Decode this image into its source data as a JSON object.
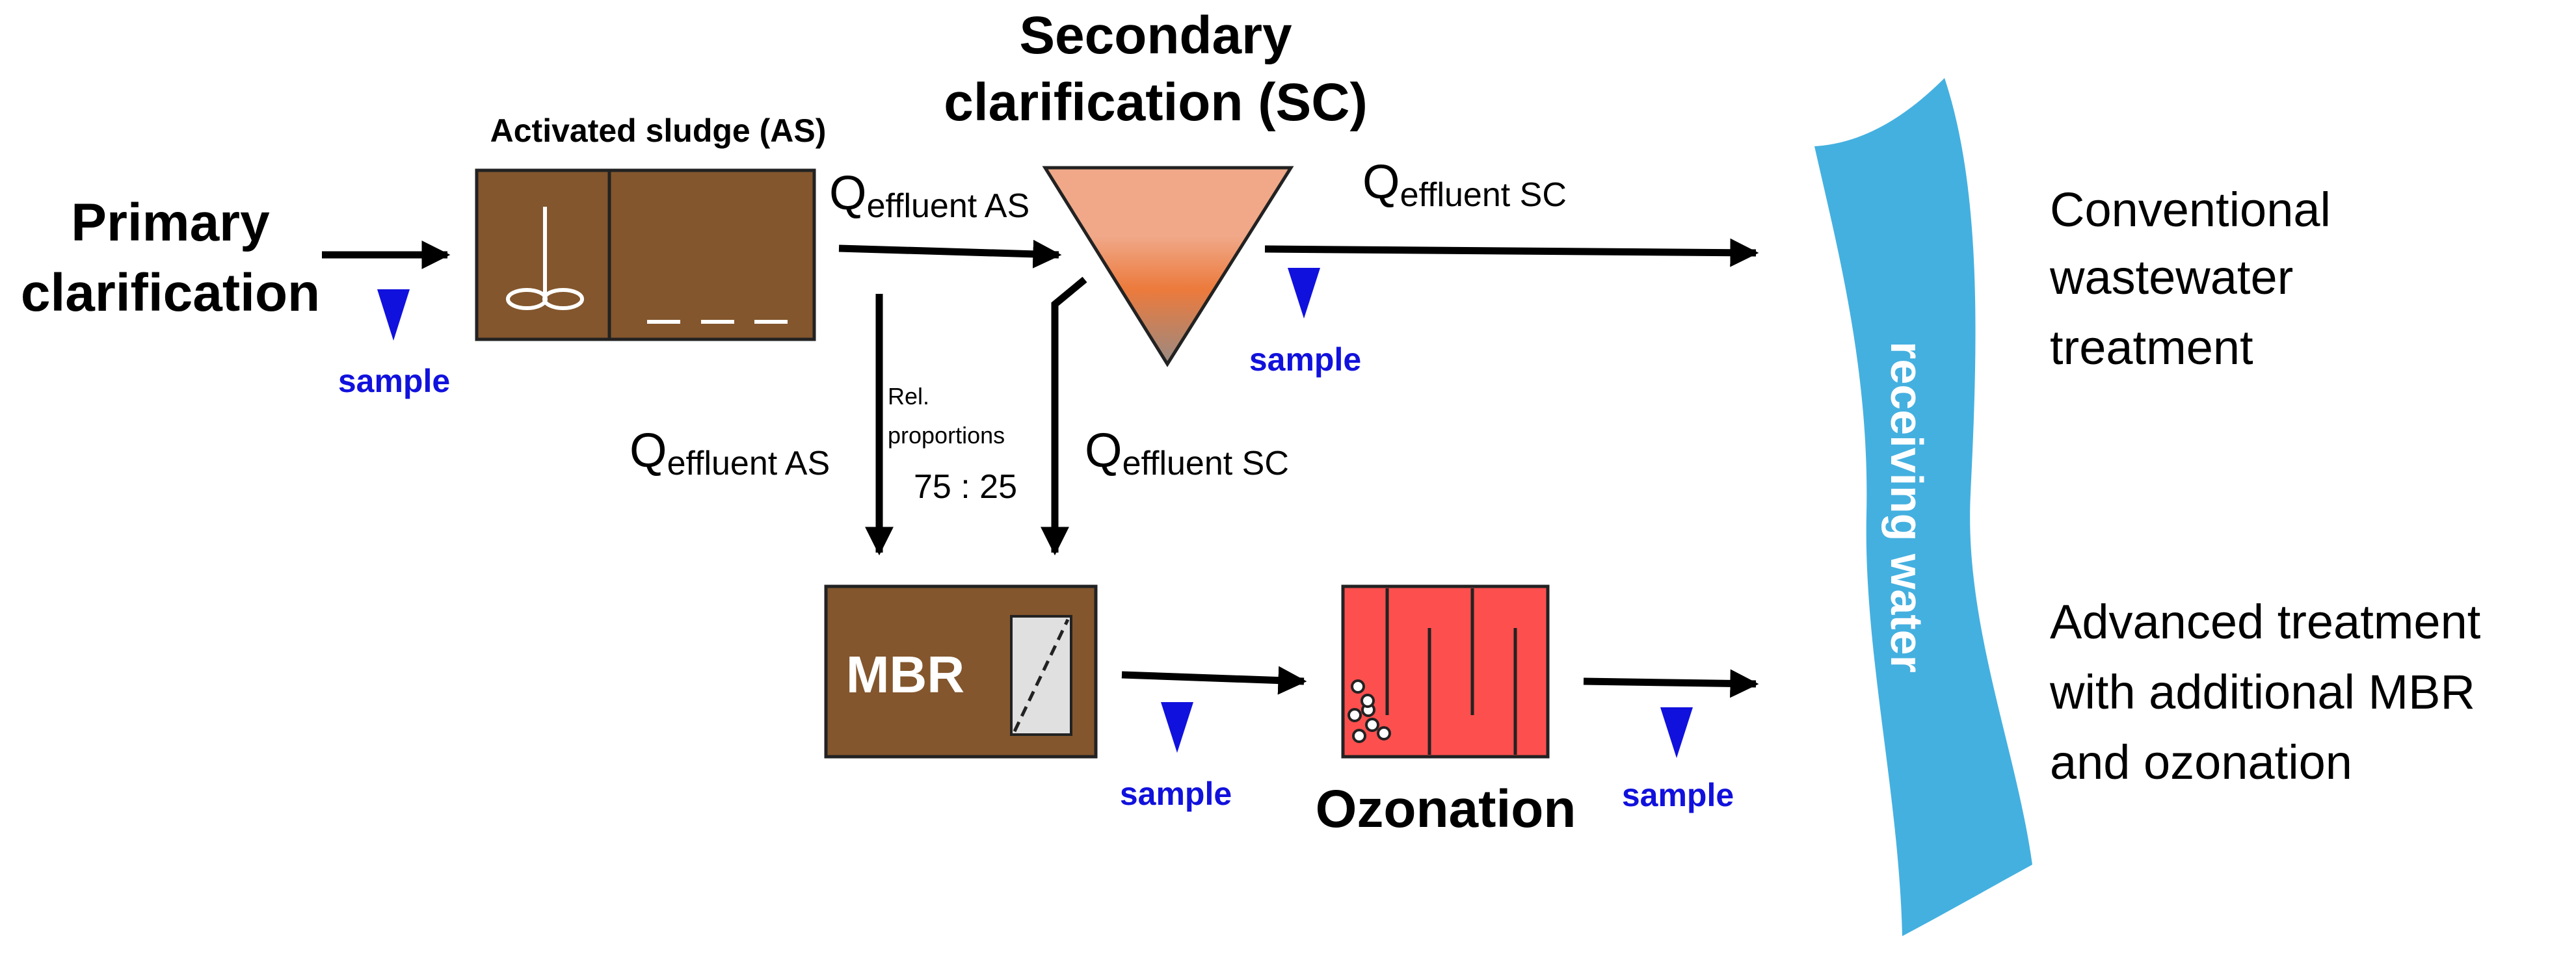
{
  "labels": {
    "primary_line1": "Primary",
    "primary_line2": "clarification",
    "as_title": "Activated sludge (AS)",
    "sc_title_line1": "Secondary",
    "sc_title_line2": "clarification (SC)",
    "q_symbol": "Q",
    "q_effluent_as": "effluent AS",
    "q_effluent_sc": "effluent SC",
    "rel_line1": "Rel.",
    "rel_line2": "proportions",
    "ratio": "75 : 25",
    "mbr": "MBR",
    "ozonation": "Ozonation",
    "sample": "sample",
    "receiving_water": "receiving water",
    "conventional_line1": "Conventional",
    "conventional_line2": "wastewater",
    "conventional_line3": "treatment",
    "advanced_line1": "Advanced treatment",
    "advanced_line2": "with additional MBR",
    "advanced_line3": "and ozonation"
  },
  "colors": {
    "brown": "#83562d",
    "triangle_top": "#f0a888",
    "triangle_mid": "#ec7a3c",
    "triangle_bottom": "#9a8a82",
    "ozonation": "#fe4f4f",
    "water": "#44b0e0",
    "marker": "#1111dd",
    "arrow": "#000000"
  },
  "icons": {
    "mixer": "mixer-icon",
    "membrane": "membrane-icon",
    "bubbles": "bubbles-icon",
    "sample_marker": "triangle-down-icon"
  }
}
